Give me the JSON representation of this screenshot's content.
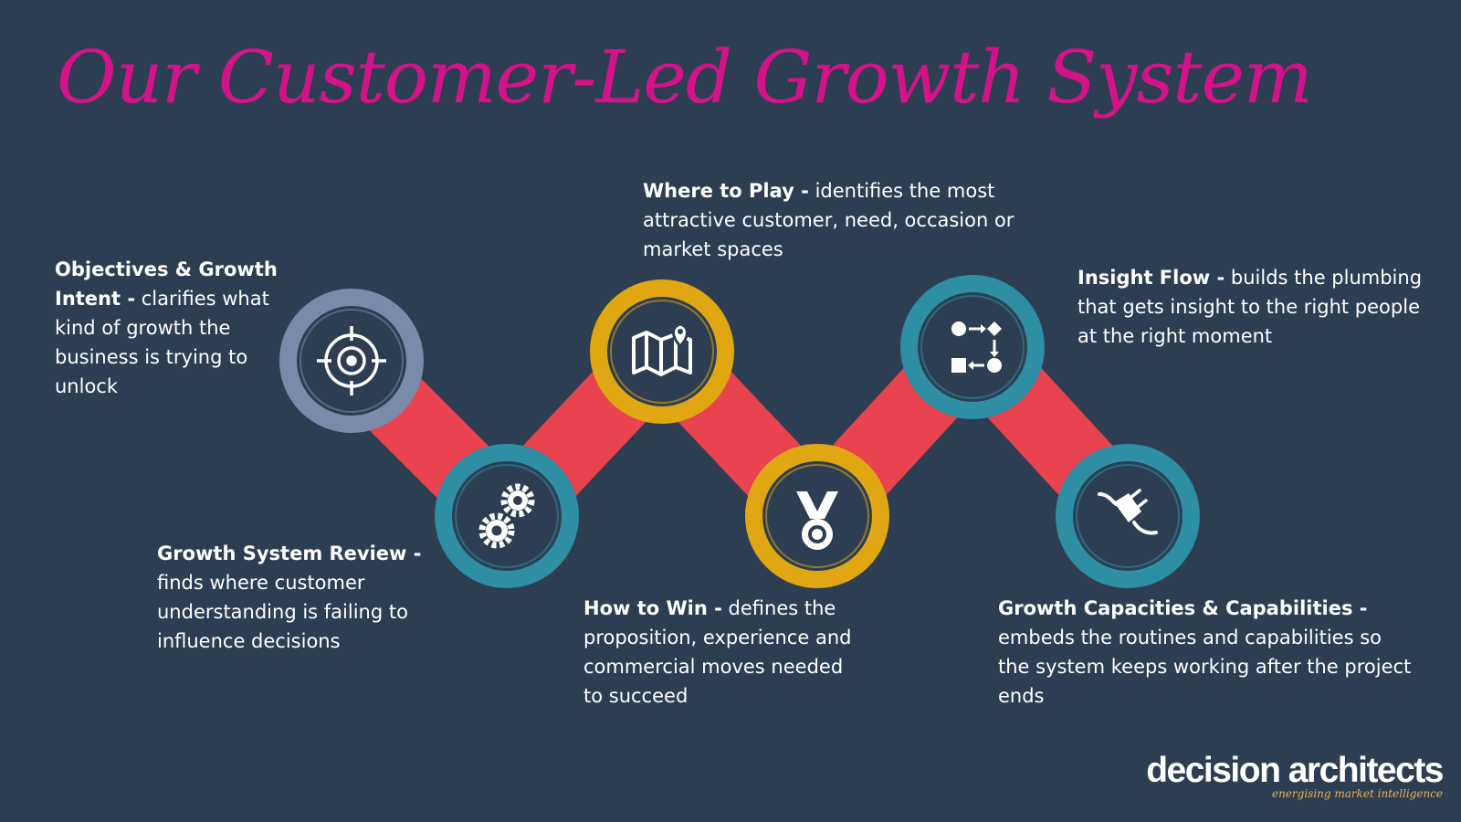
{
  "title": "Our Customer-Led Growth System",
  "colors": {
    "background": "#2d3e52",
    "title": "#d4138a",
    "connector": "#e8434e",
    "steel": "#7a8aab",
    "teal": "#2e8ea3",
    "gold": "#e0a712"
  },
  "steps": [
    {
      "heading": "Objectives & Growth Intent -",
      "body": "clarifies what kind of growth the business is trying to unlock",
      "icon": "target-icon",
      "color": "#7a8aab"
    },
    {
      "heading": "Growth System Review -",
      "body": "finds where customer understanding is failing to influence decisions",
      "icon": "gears-icon",
      "color": "#2e8ea3"
    },
    {
      "heading": "Where to Play -",
      "body": "identifies the most attractive customer, need, occasion or market spaces",
      "icon": "map-icon",
      "color": "#e0a712"
    },
    {
      "heading": "How to Win -",
      "body": "defines the proposition, experience and commercial moves needed to succeed",
      "icon": "medal-icon",
      "color": "#e0a712"
    },
    {
      "heading": "Insight Flow -",
      "body": "builds the plumbing that gets insight to the right people at the right moment",
      "icon": "flow-icon",
      "color": "#2e8ea3"
    },
    {
      "heading": "Growth Capacities & Capabilities -",
      "body": "embeds the routines and capabilities so the system keeps working after the project ends",
      "icon": "plug-icon",
      "color": "#2e8ea3"
    }
  ],
  "logo": {
    "name": "decision architects",
    "tagline": "energising market intelligence"
  }
}
